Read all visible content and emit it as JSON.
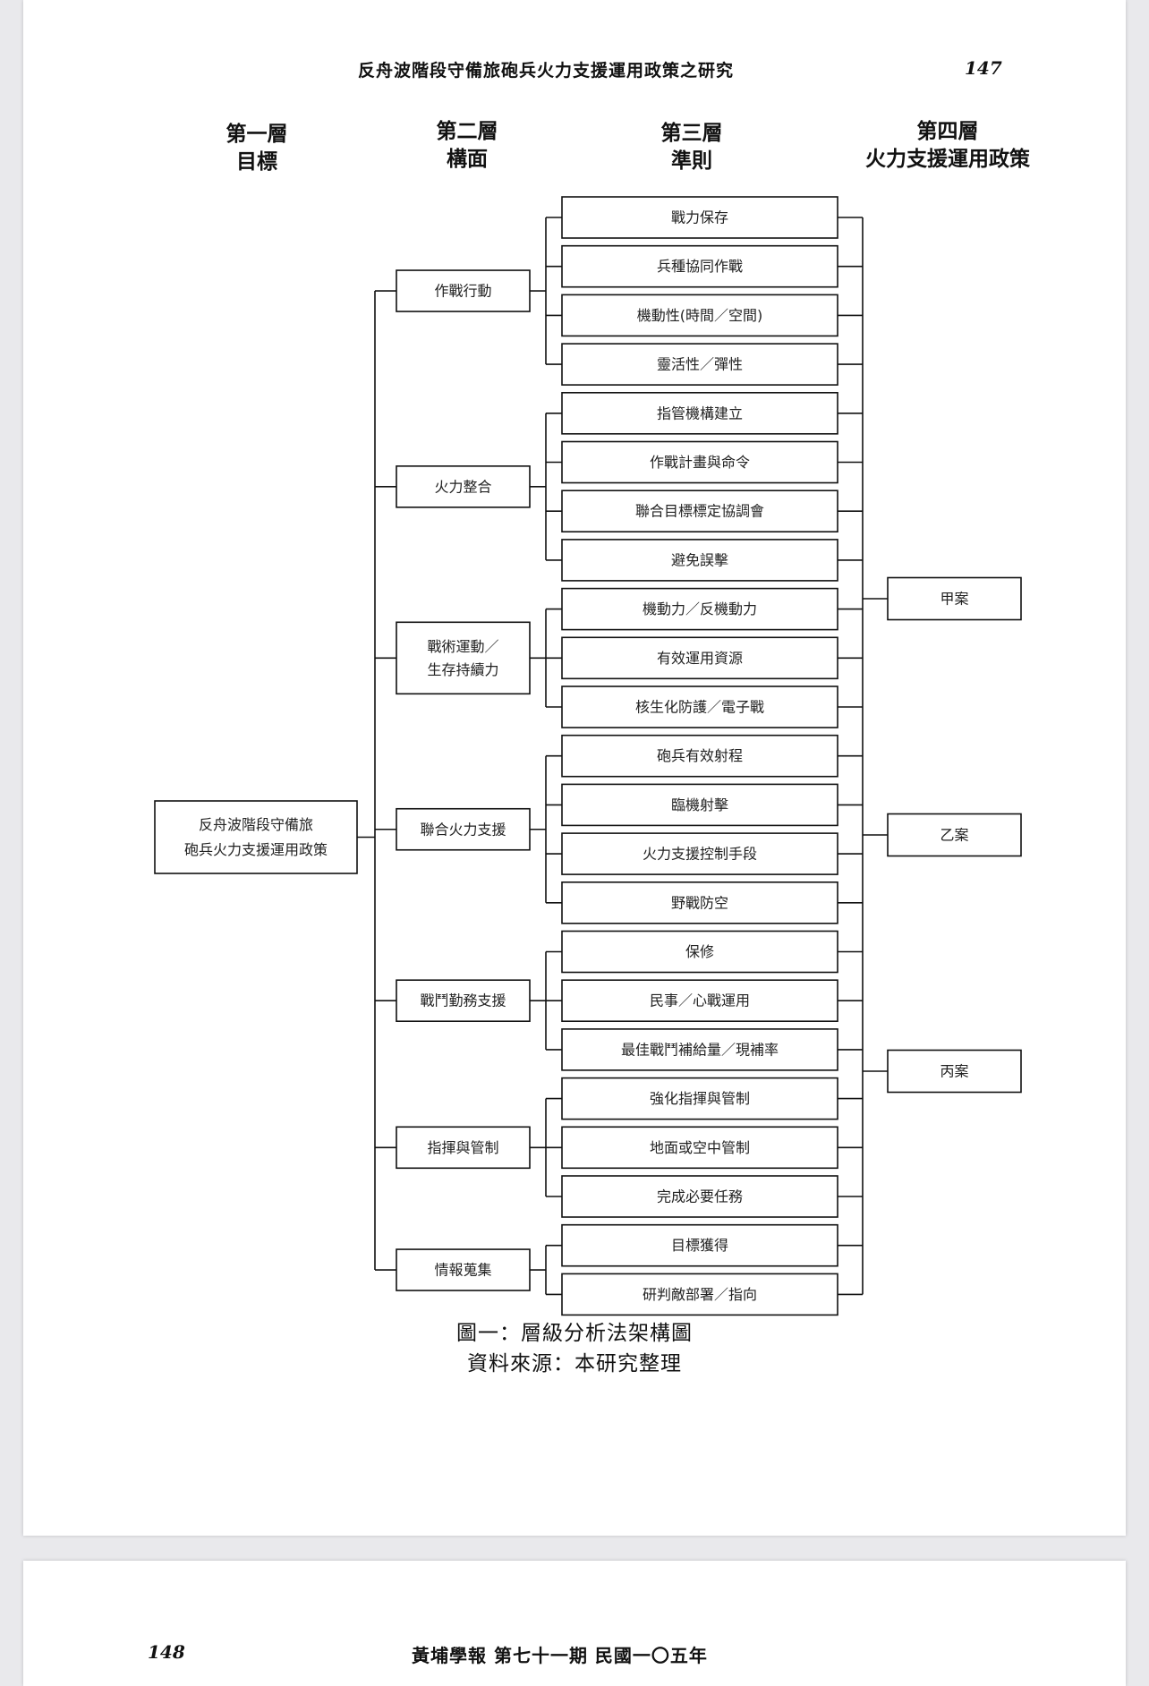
{
  "header": {
    "title": "反舟波階段守備旅砲兵火力支援運用政策之研究",
    "page_number": "147"
  },
  "levels": [
    {
      "line1": "第一層",
      "line2": "目標"
    },
    {
      "line1": "第二層",
      "line2": "構面"
    },
    {
      "line1": "第三層",
      "line2": "準則"
    },
    {
      "line1": "第四層",
      "line2": "火力支援運用政策"
    }
  ],
  "goal": {
    "line1": "反舟波階段守備旅",
    "line2": "砲兵火力支援運用政策"
  },
  "dimensions": [
    {
      "line1": "作戰行動",
      "line2": "",
      "criteria": [
        "戰力保存",
        "兵種協同作戰",
        "機動性(時間／空間)",
        "靈活性／彈性"
      ]
    },
    {
      "line1": "火力整合",
      "line2": "",
      "criteria": [
        "指管機構建立",
        "作戰計畫與命令",
        "聯合目標標定協調會",
        "避免誤擊"
      ]
    },
    {
      "line1": "戰術運動／",
      "line2": "生存持續力",
      "criteria": [
        "機動力／反機動力",
        "有效運用資源",
        "核生化防護／電子戰"
      ]
    },
    {
      "line1": "聯合火力支援",
      "line2": "",
      "criteria": [
        "砲兵有效射程",
        "臨機射擊",
        "火力支援控制手段",
        "野戰防空"
      ]
    },
    {
      "line1": "戰鬥勤務支援",
      "line2": "",
      "criteria": [
        "保修",
        "民事／心戰運用",
        "最佳戰鬥補給量／現補率"
      ]
    },
    {
      "line1": "指揮與管制",
      "line2": "",
      "criteria": [
        "強化指揮與管制",
        "地面或空中管制",
        "完成必要任務"
      ]
    },
    {
      "line1": "情報蒐集",
      "line2": "",
      "criteria": [
        "目標獲得",
        "研判敵部署／指向"
      ]
    }
  ],
  "alternatives": [
    "甲案",
    "乙案",
    "丙案"
  ],
  "caption": {
    "figure": "圖一：層級分析法架構圖",
    "source": "資料來源：本研究整理"
  },
  "footer": {
    "page_number": "148",
    "title": "黃埔學報 第七十一期 民國一〇五年"
  }
}
